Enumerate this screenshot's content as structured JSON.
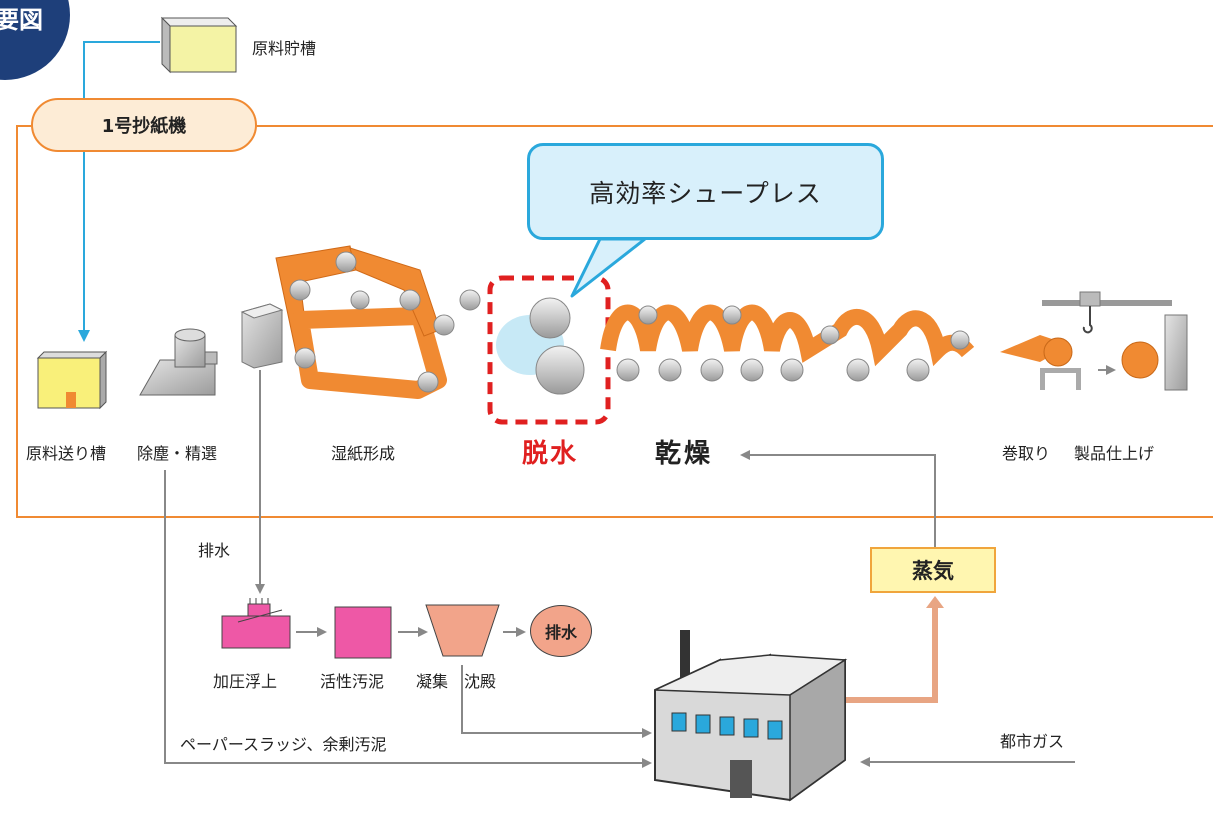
{
  "corner_tab": "要図",
  "raw_tank": "原料貯槽",
  "machine": "1号抄紙機",
  "callout": "高効率シュープレス",
  "stages": {
    "feed_tank": "原料送り槽",
    "dust": "除塵・精選",
    "wet_forming": "湿紙形成",
    "dewatering": "脱水",
    "drying": "乾燥",
    "winding": "巻取り",
    "finishing": "製品仕上げ"
  },
  "wastewater": "排水",
  "treatment": {
    "flotation": "加圧浮上",
    "sludge": "活性汚泥",
    "coag": "凝集",
    "sedimentation": "沈殿",
    "drain": "排水"
  },
  "sludge_line": "ペーパースラッジ、余剰汚泥",
  "steam": "蒸気",
  "city_gas": "都市ガス",
  "colors": {
    "orange": "#f08a32",
    "blue": "#2aa8dc",
    "red": "#e02020",
    "pink": "#ee58a6",
    "salmon": "#f2a48a",
    "navy": "#1e3f7a"
  }
}
